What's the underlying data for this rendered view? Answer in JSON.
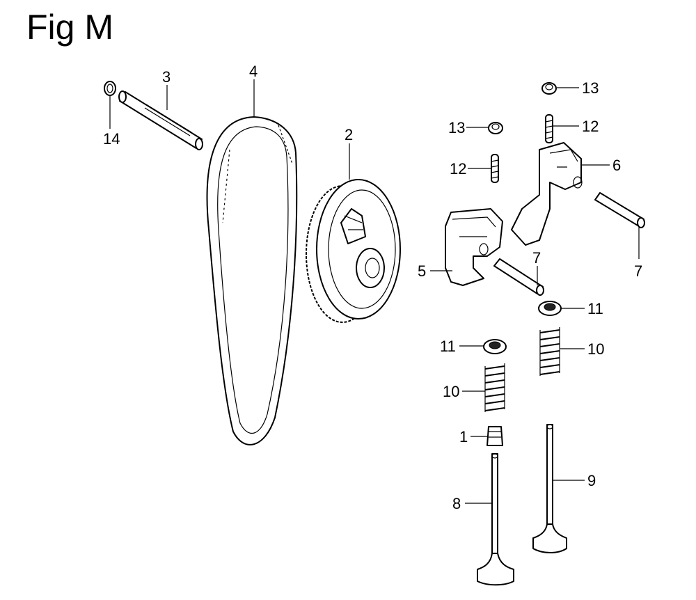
{
  "figure": {
    "title": "Fig M"
  },
  "callouts": [
    {
      "id": "c1",
      "label": "14"
    },
    {
      "id": "c2",
      "label": "3"
    },
    {
      "id": "c3",
      "label": "4"
    },
    {
      "id": "c4",
      "label": "2"
    },
    {
      "id": "c5",
      "label": "13"
    },
    {
      "id": "c6",
      "label": "13"
    },
    {
      "id": "c7",
      "label": "12"
    },
    {
      "id": "c8",
      "label": "12"
    },
    {
      "id": "c9",
      "label": "6"
    },
    {
      "id": "c10",
      "label": "5"
    },
    {
      "id": "c11",
      "label": "7"
    },
    {
      "id": "c12",
      "label": "7"
    },
    {
      "id": "c13",
      "label": "11"
    },
    {
      "id": "c14",
      "label": "11"
    },
    {
      "id": "c15",
      "label": "10"
    },
    {
      "id": "c16",
      "label": "10"
    },
    {
      "id": "c17",
      "label": "1"
    },
    {
      "id": "c18",
      "label": "8"
    },
    {
      "id": "c19",
      "label": "9"
    }
  ]
}
